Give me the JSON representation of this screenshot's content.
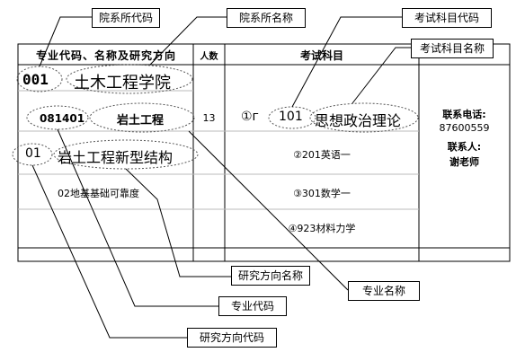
{
  "callouts": {
    "dept_code": "院系所代码",
    "dept_name": "院系所名称",
    "exam_code": "考试科目代码",
    "exam_name": "考试科目名称",
    "research_name": "研究方向名称",
    "major_name": "专业名称",
    "major_code": "专业代码",
    "research_code": "研究方向代码"
  },
  "table": {
    "headers": {
      "major": "专业代码、名称及研究方向",
      "count": "人数",
      "exams": "考试科目",
      "contact": ""
    },
    "dept_code": "001",
    "dept_name": "土木工程学院",
    "major_code": "081401",
    "major_name": "岩土工程",
    "count": "13",
    "direction_code": "01",
    "direction_name": "岩土工程新型结构",
    "direction2": "02地基基础可靠度",
    "exam1_prefix": "①г",
    "exam1_code": "101",
    "exam1_name": "思想政治理论",
    "exam2": "②201英语一",
    "exam3": "③301数学一",
    "exam4": "④923材料力学",
    "contact_phone_label": "联系电话:",
    "contact_phone": "87600559",
    "contact_person_label": "联系人:",
    "contact_person": "谢老师"
  }
}
